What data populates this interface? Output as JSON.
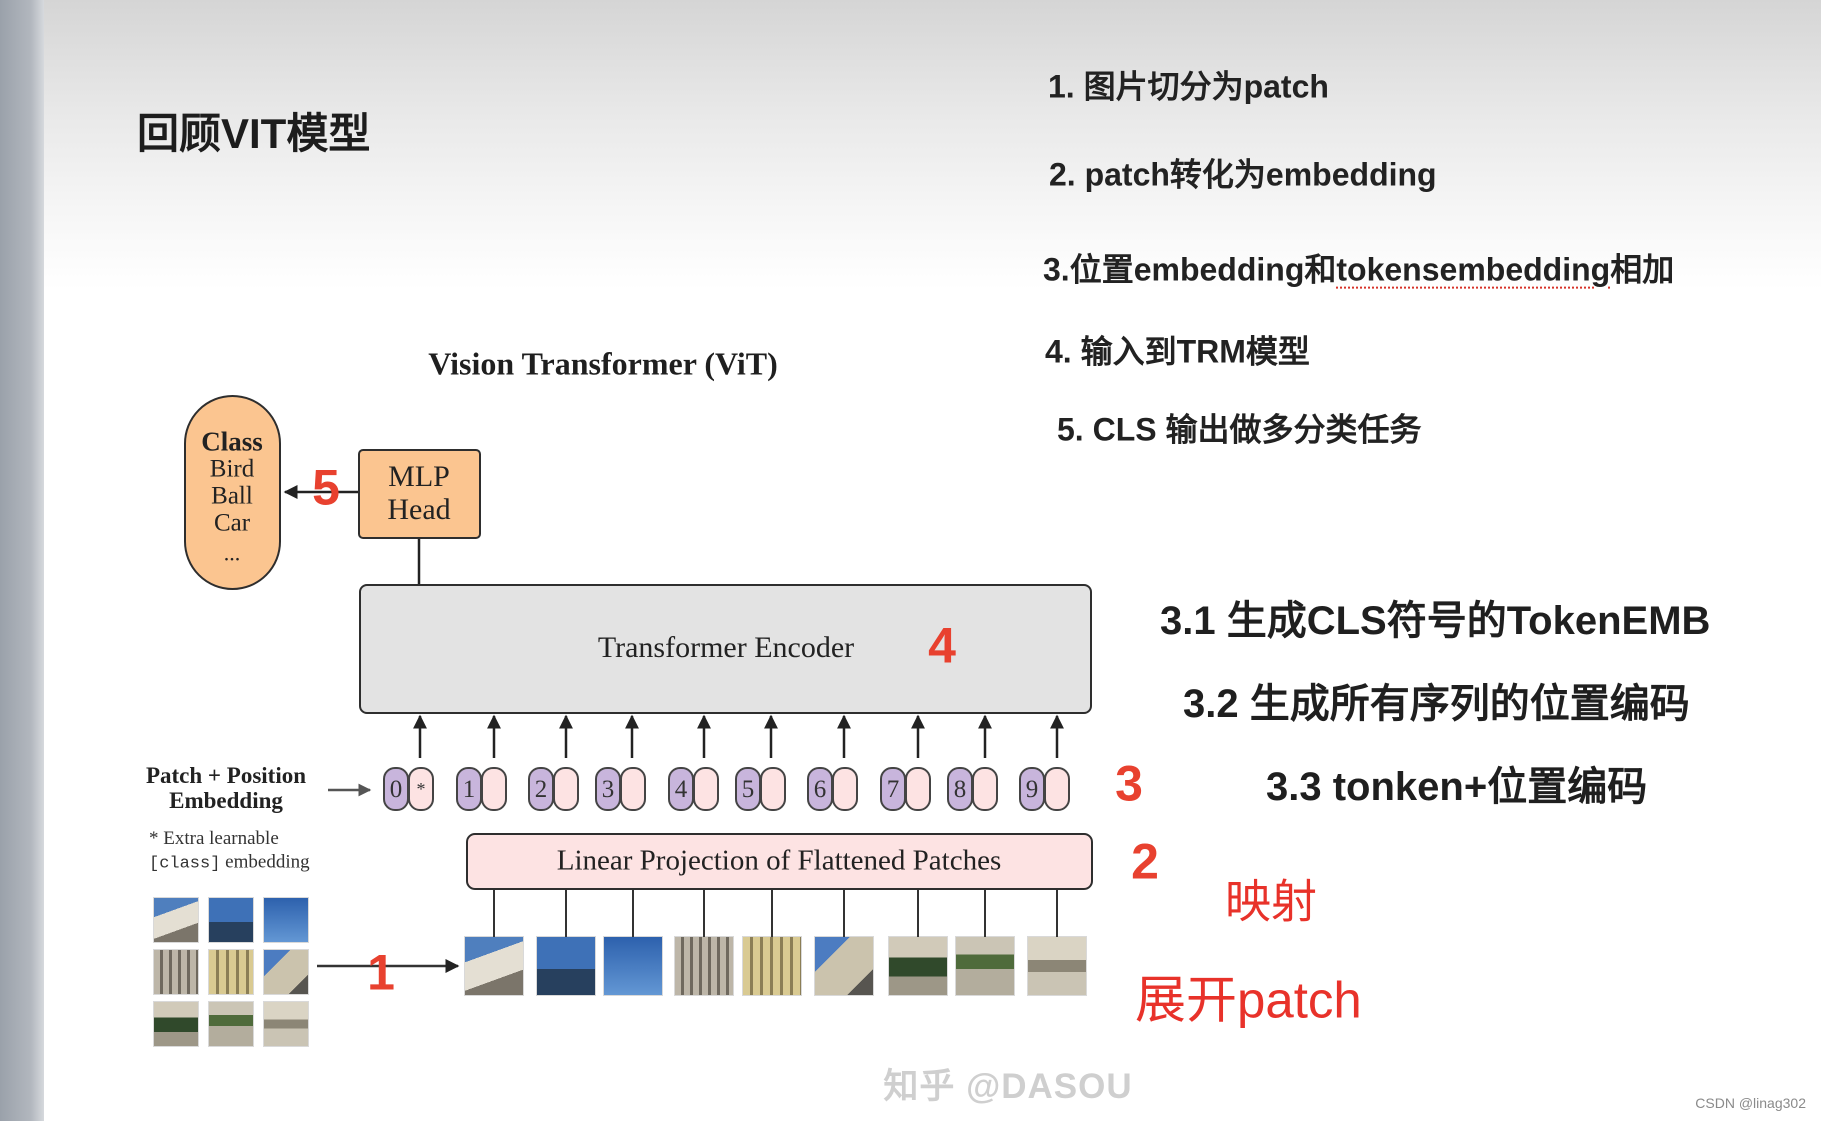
{
  "slide": {
    "title": "回顾VIT模型",
    "steps": {
      "s1": "1. 图片切分为patch",
      "s2": "2. patch转化为embedding",
      "s3_prefix": "3.位置embedding和",
      "s3_underlined": "tokensembedding",
      "s3_suffix": "相加",
      "s4": "4. 输入到TRM模型",
      "s5": "5. CLS 输出做多分类任务"
    },
    "substeps": [
      "3.1 生成CLS符号的TokenEMB",
      "3.2 生成所有序列的位置编码",
      "3.3 tonken+位置编码"
    ],
    "annotations": {
      "mapping": "映射",
      "flatten": "展开patch"
    },
    "watermark": "知乎 @DASOU",
    "credit": "CSDN @linag302"
  },
  "diagram": {
    "title": "Vision Transformer (ViT)",
    "class_box": {
      "heading": "Class",
      "items": [
        "Bird",
        "Ball",
        "Car",
        "..."
      ]
    },
    "mlp_head": {
      "line1": "MLP",
      "line2": "Head"
    },
    "encoder_label": "Transformer Encoder",
    "projection_label": "Linear Projection of Flattened Patches",
    "embedding_label": {
      "line1": "Patch + Position",
      "line2": "Embedding"
    },
    "class_note": {
      "line1": "* Extra learnable",
      "code": "[class]",
      "line2_rest": " embedding"
    },
    "class_token_symbol": "*",
    "position_ids": [
      "0",
      "1",
      "2",
      "3",
      "4",
      "5",
      "6",
      "7",
      "8",
      "9"
    ],
    "step_markers": {
      "patch": "1",
      "projection": "2",
      "embedding": "3",
      "encoder": "4",
      "head": "5"
    }
  },
  "colors": {
    "accent": "#e8412f",
    "annotation_red": "#e8322a",
    "head_fill": "#fbc590",
    "encoder_fill": "#e3e3e3",
    "projection_fill": "#fde3e3",
    "position_fill": "#c8b5dc",
    "token_fill": "#fde3e3"
  }
}
